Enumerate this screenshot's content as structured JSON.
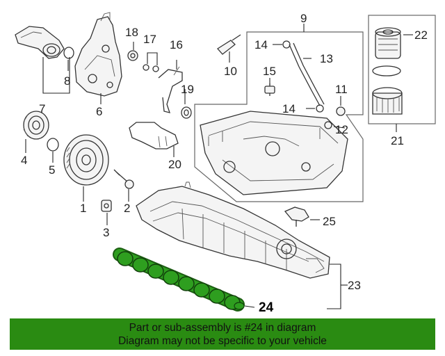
{
  "callouts": [
    "1",
    "2",
    "3",
    "4",
    "5",
    "6",
    "7",
    "8",
    "9",
    "10",
    "11",
    "12",
    "13",
    "14",
    "14",
    "15",
    "16",
    "17",
    "18",
    "19",
    "20",
    "21",
    "22",
    "23",
    "24",
    "25"
  ],
  "highlighted_part": "24",
  "banner": {
    "line1": "Part or sub-assembly is #24 in diagram",
    "line2": "Diagram may not be specific to your vehicle",
    "color": "#2a8b12"
  },
  "highlight_color": "#2e9e1f"
}
